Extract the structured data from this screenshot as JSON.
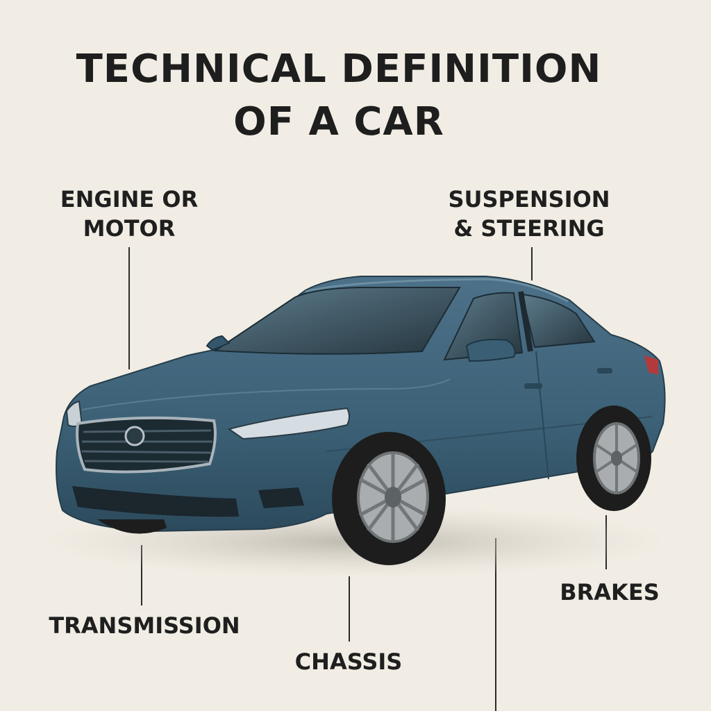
{
  "title": {
    "line1": "TECHNICAL DEFINITION",
    "line2": "OF A CAR"
  },
  "labels": {
    "engine": {
      "line1": "ENGINE OR",
      "line2": "MOTOR"
    },
    "suspension": {
      "line1": "SUSPENSION",
      "line2": "& STEERING"
    },
    "transmission": "TRANSMISSION",
    "chassis": "CHASSIS",
    "brakes": "BRAKES"
  },
  "colors": {
    "background": "#f1ede4",
    "car_body": "#3d6278",
    "text": "#1f1f1f",
    "leader_line": "#2a2a2a"
  }
}
